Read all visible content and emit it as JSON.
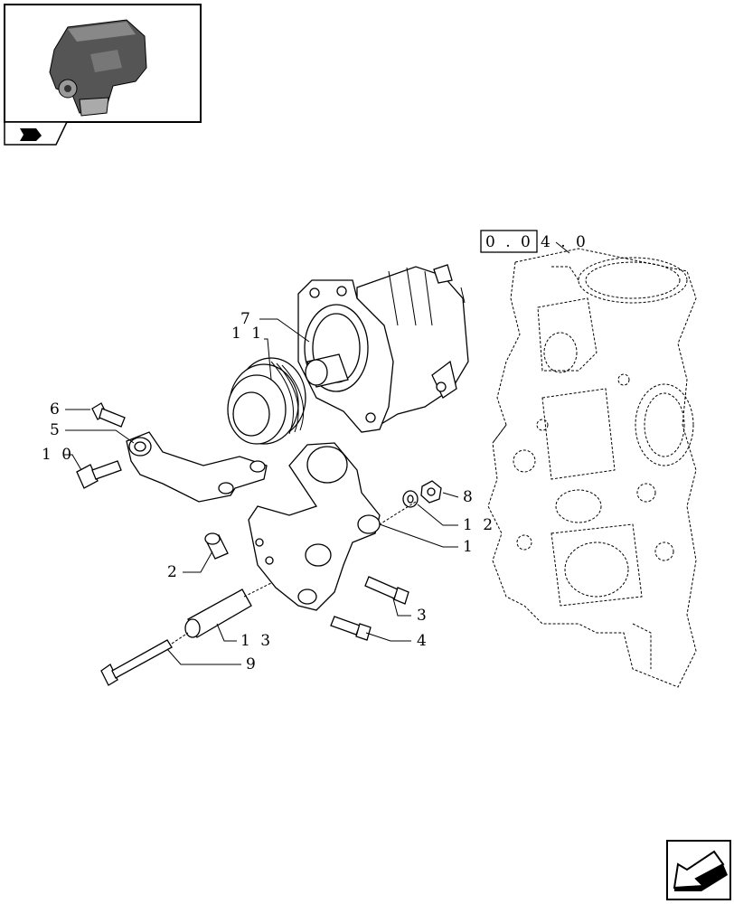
{
  "reference_box": {
    "prefix": "0 . 0",
    "suffix": "4 . 0"
  },
  "callouts": [
    "7",
    "1 1",
    "6",
    "5",
    "1 0",
    "8",
    "1 2",
    "1",
    "2",
    "3",
    "4",
    "1 3",
    "9"
  ],
  "icons": {
    "thumbnail": "engine-thumbnail-icon",
    "tab": "book-tab-icon",
    "navigation": "next-page-arrow-icon"
  }
}
